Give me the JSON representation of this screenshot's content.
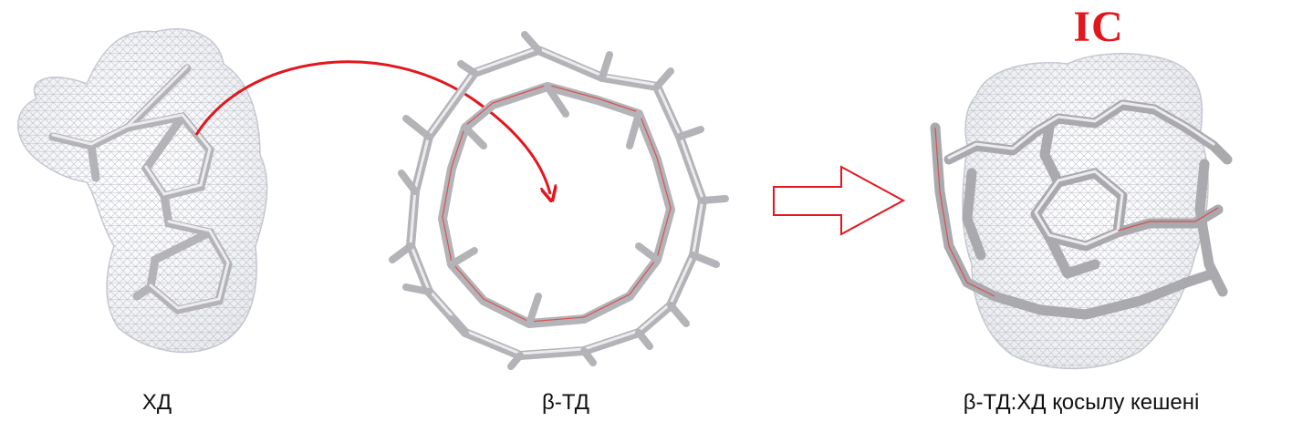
{
  "labels": {
    "guest": "ХД",
    "host": "β-ТД",
    "complex": "β-ТД:ХД қосылу кешені",
    "inclusion_complex_tag": "IC"
  },
  "colors": {
    "bond": "#b9b9bd",
    "bond_highlight": "#ececee",
    "oxygen_trace": "#e23a3a",
    "mesh": "#b5b8c4",
    "arrow_red": "#e3161d"
  },
  "icons": {
    "guest_molecule": "stick-model-with-wire-mesh-surface",
    "host_molecule": "cyclodextrin-ring-stick-model",
    "complex_molecule": "host-guest-complex-stick-model-with-mesh",
    "transfer_arrow": "curved-red-arrow",
    "result_arrow": "outlined-right-block-arrow"
  }
}
